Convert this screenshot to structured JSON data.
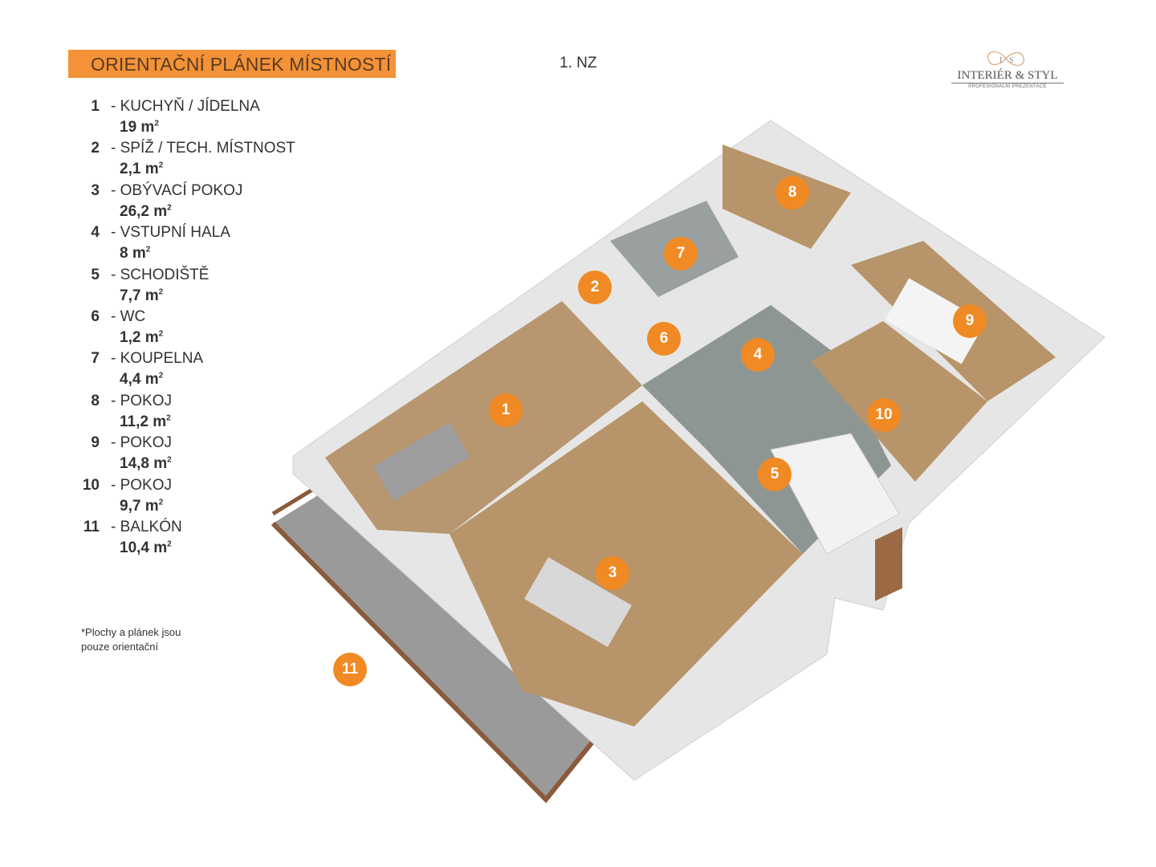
{
  "header": {
    "title": "ORIENTAČNÍ PLÁNEK MÍSTNOSTÍ",
    "floor": "1. NZ"
  },
  "logo": {
    "monogram": "I&S",
    "name": "INTERIÉR & STYL",
    "subtitle": "PROFESIONÁLNÍ PREZENTACE"
  },
  "rooms": [
    {
      "num": "1",
      "name": "- KUCHYŇ / JÍDELNA",
      "area": "19 m",
      "unit": "2"
    },
    {
      "num": "2",
      "name": "- SPÍŽ / TECH. MÍSTNOST",
      "area": "2,1 m",
      "unit": "2"
    },
    {
      "num": "3",
      "name": "- OBÝVACÍ POKOJ",
      "area": "26,2 m",
      "unit": "2"
    },
    {
      "num": "4",
      "name": "- VSTUPNÍ HALA",
      "area": "8 m",
      "unit": "2"
    },
    {
      "num": "5",
      "name": "- SCHODIŠTĚ",
      "area": "7,7 m",
      "unit": "2"
    },
    {
      "num": "6",
      "name": "- WC",
      "area": "1,2 m",
      "unit": "2"
    },
    {
      "num": "7",
      "name": "- KOUPELNA",
      "area": "4,4 m",
      "unit": "2"
    },
    {
      "num": "8",
      "name": "- POKOJ",
      "area": "11,2 m",
      "unit": "2"
    },
    {
      "num": "9",
      "name": "- POKOJ",
      "area": "14,8 m",
      "unit": "2"
    },
    {
      "num": "10",
      "name": "- POKOJ",
      "area": "9,7 m",
      "unit": "2"
    },
    {
      "num": "11",
      "name": "- BALKÓN",
      "area": "10,4 m",
      "unit": "2"
    }
  ],
  "note": [
    "*Plochy  a plánek jsou",
    "pouze orientační"
  ],
  "markers": [
    "1",
    "2",
    "3",
    "4",
    "5",
    "6",
    "7",
    "8",
    "9",
    "10",
    "11"
  ],
  "colors": {
    "accent": "#f39237",
    "marker": "#f08a24",
    "wood": "#b8946a",
    "wall": "#e9e9e9",
    "tile": "#8e9694"
  }
}
